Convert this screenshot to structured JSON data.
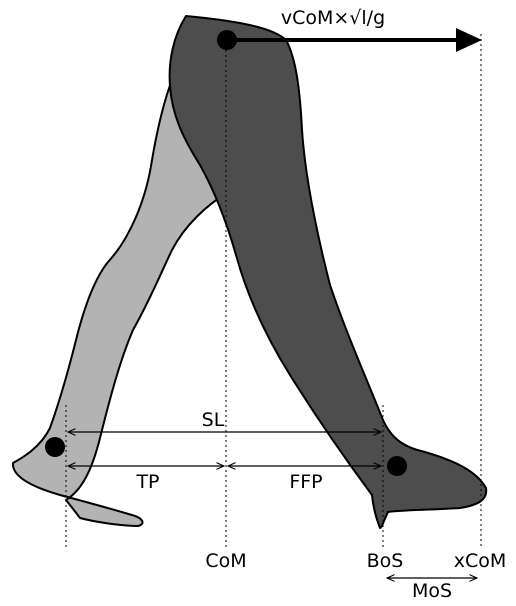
{
  "labels": {
    "velocity": "vCoM×√l/g",
    "step_length": "SL",
    "trailing_part": "TP",
    "front_part": "FFP",
    "com": "CoM",
    "bos": "BoS",
    "xcom": "xCoM",
    "mos": "MoS"
  },
  "colors": {
    "back_leg": "#b3b3b3",
    "front_leg": "#4d4d4d",
    "outline": "#000000"
  }
}
